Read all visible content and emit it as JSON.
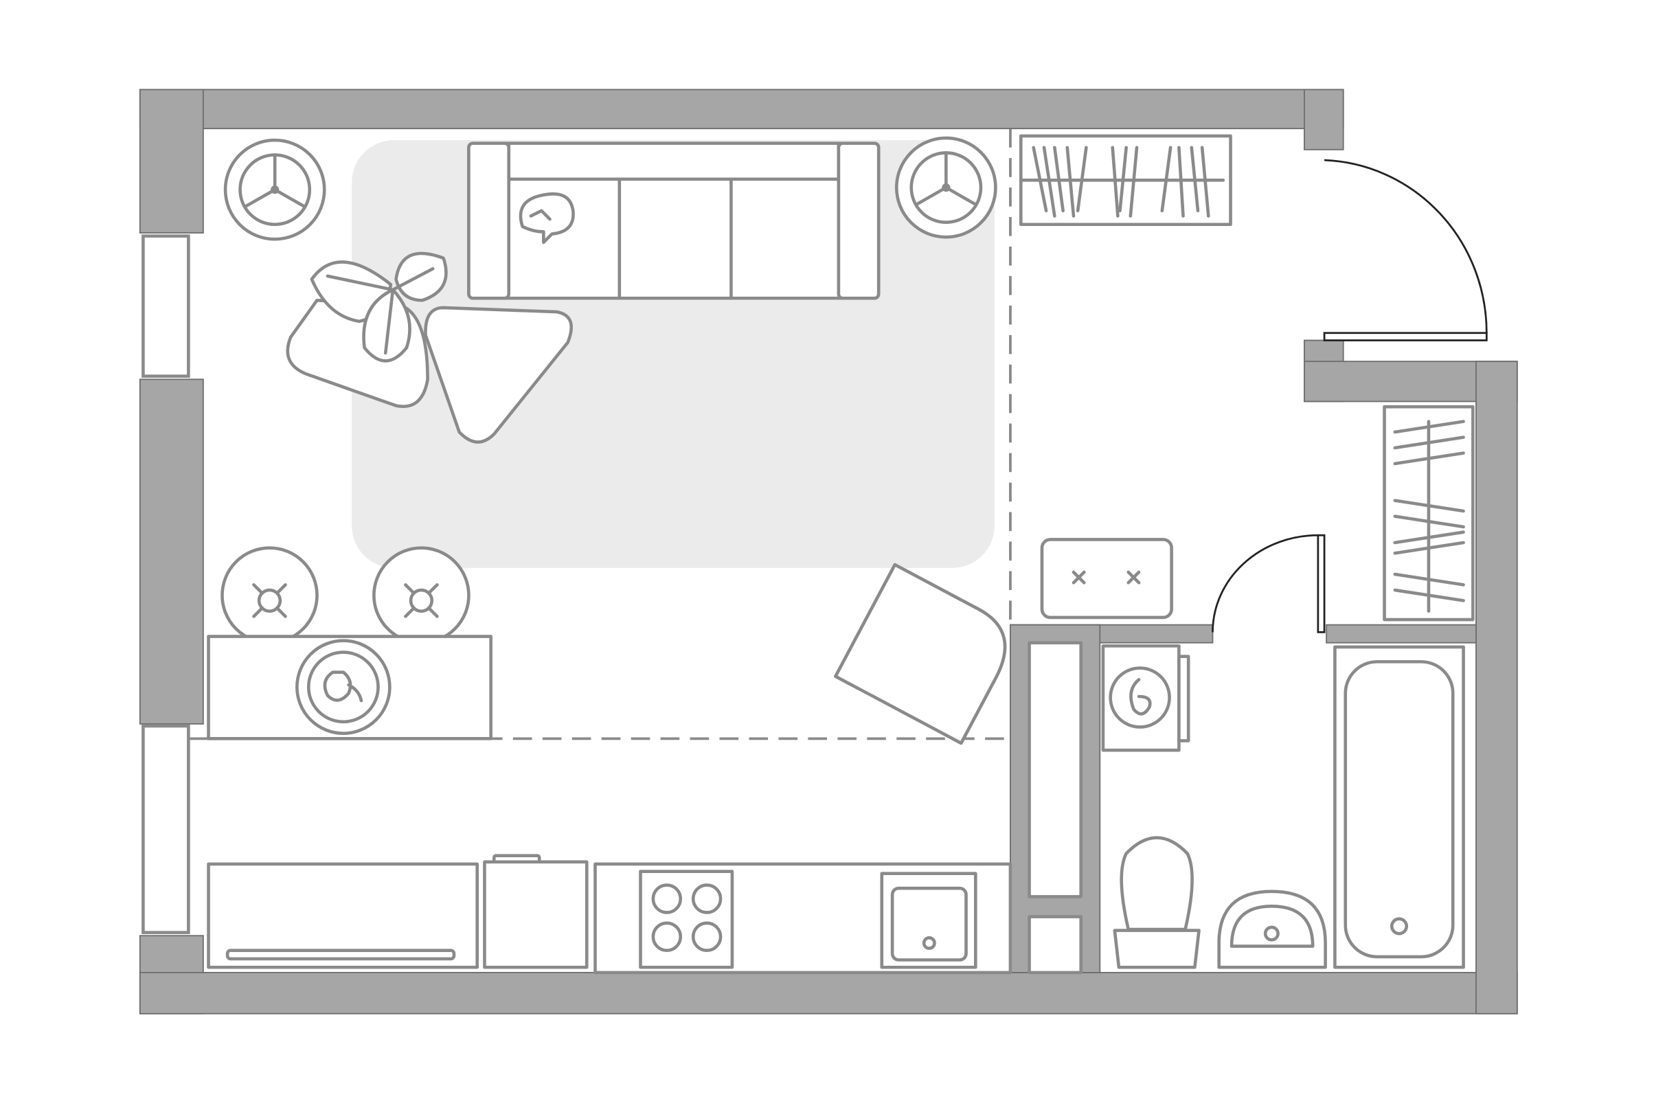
{
  "plan": {
    "type": "studio apartment floor plan",
    "colors": {
      "wall": "#a6a6a6",
      "rug": "#ebebeb",
      "furniture_stroke": "#8a8a8a",
      "door": "#222222"
    },
    "rooms": [
      "living-area",
      "kitchen",
      "hallway",
      "bathroom",
      "storage"
    ]
  }
}
